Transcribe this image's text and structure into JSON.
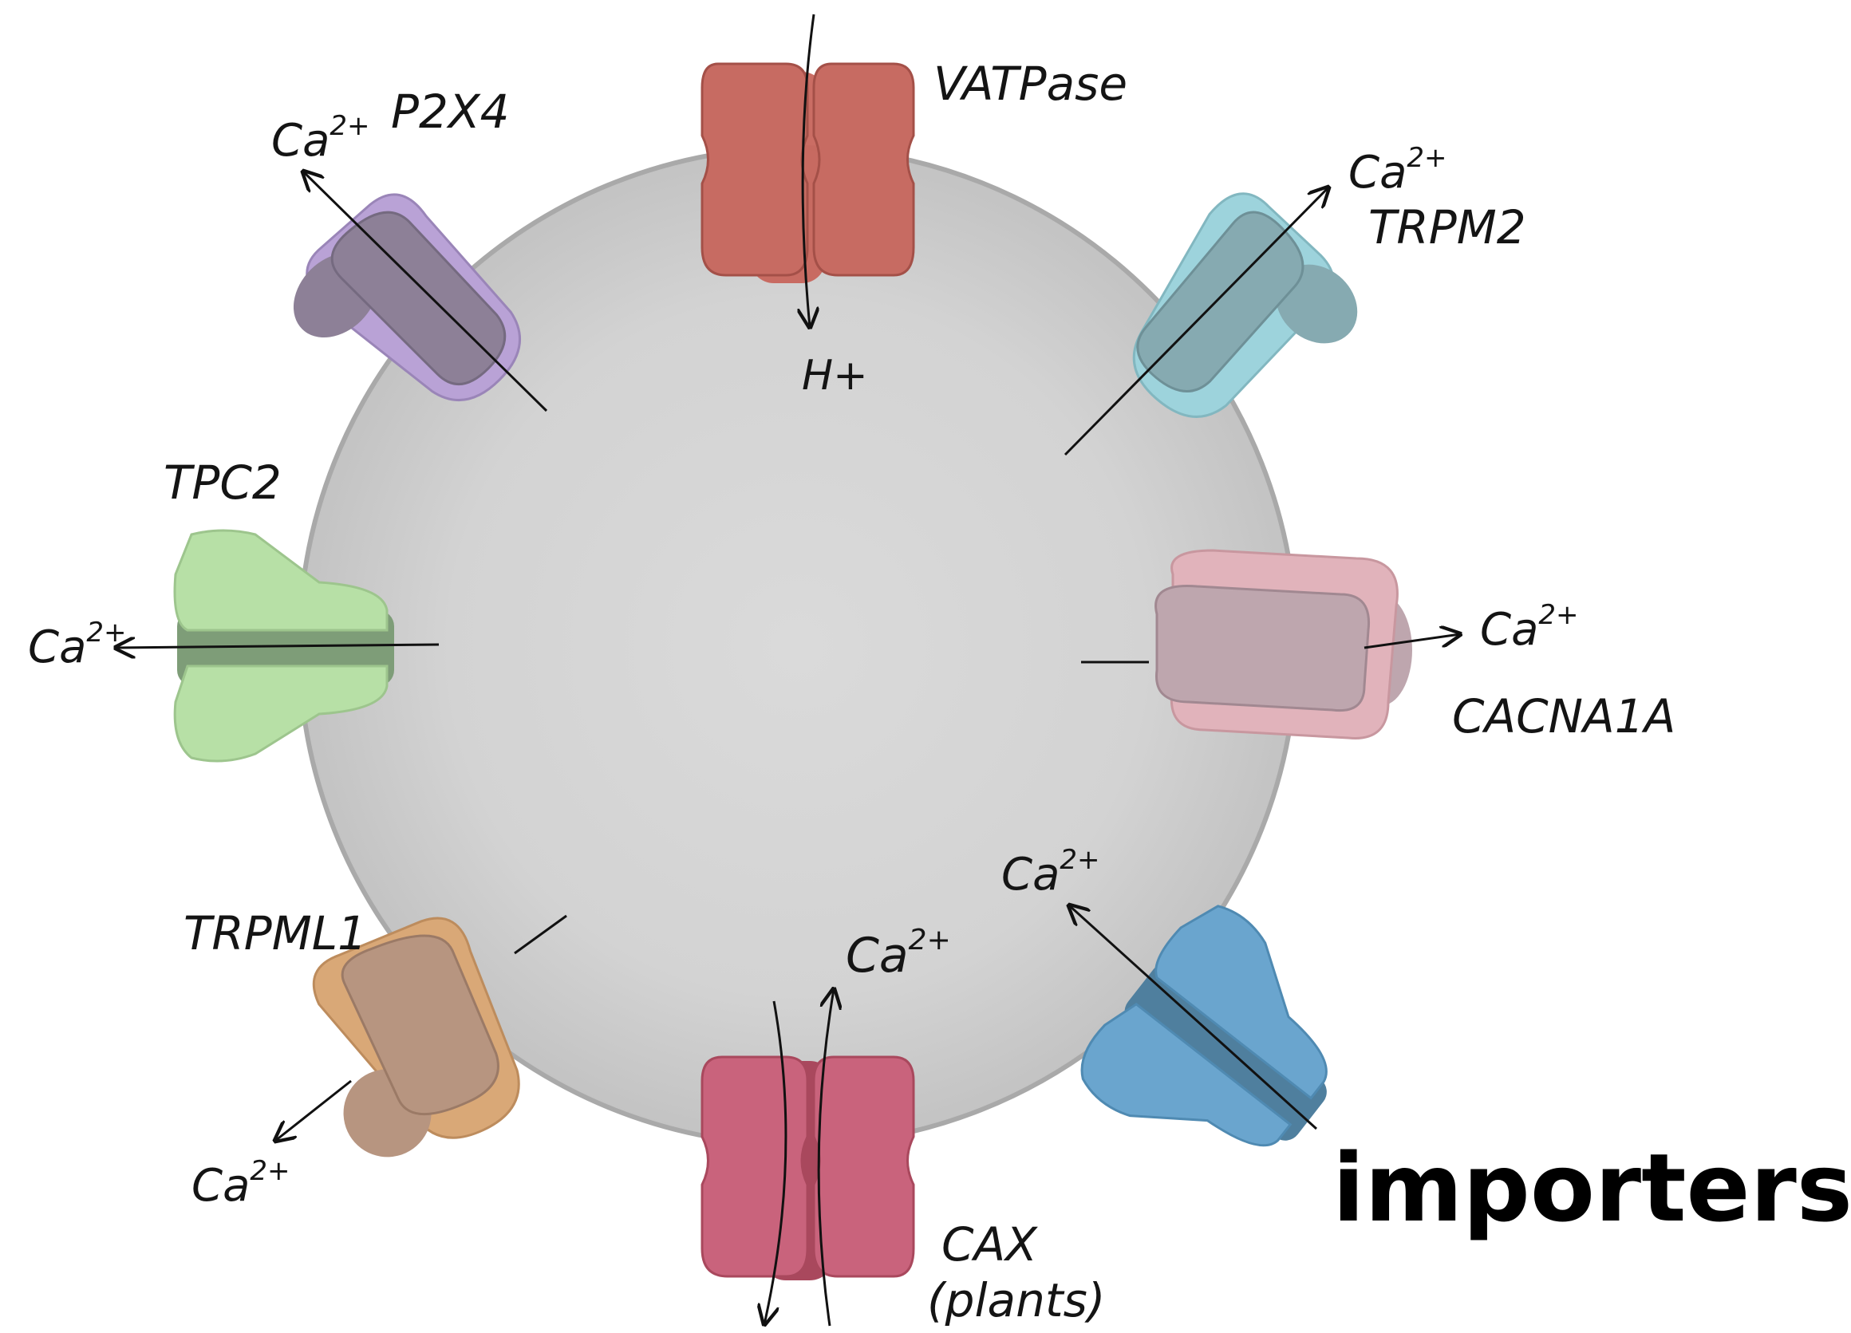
{
  "diagram": {
    "channels": {
      "vatpase": {
        "name": "VATPase",
        "ion": "H+",
        "color": "#c76b62"
      },
      "p2x4": {
        "name": "P2X4",
        "ion_base": "Ca",
        "ion_charge": "2+",
        "color": "#b9a2d6",
        "inner_color": "#8d8097"
      },
      "trpm2": {
        "name": "TRPM2",
        "ion_base": "Ca",
        "ion_charge": "2+",
        "color": "#9dd3dc",
        "inner_color": "#86aab1"
      },
      "tpc2": {
        "name": "TPC2",
        "ion_base": "Ca",
        "ion_charge": "2+",
        "color": "#b7e0a6",
        "inner_color": "#7e9d78"
      },
      "cacna1a": {
        "name": "CACNA1A",
        "ion_base": "Ca",
        "ion_charge": "2+",
        "color": "#e1b3bb",
        "inner_color": "#bea6ae"
      },
      "trpml1": {
        "name": "TRPML1",
        "ion_base": "Ca",
        "ion_charge": "2+",
        "color": "#d9a877",
        "inner_color": "#b79580"
      },
      "cax": {
        "name_line1": "CAX",
        "name_line2": "(plants)",
        "ion_base": "Ca",
        "ion_charge": "2+",
        "color": "#c9637c",
        "inner_color": "#a9485d"
      },
      "importer": {
        "label": "importers?",
        "ion_base": "Ca",
        "ion_charge": "2+",
        "color": "#6aa5ce",
        "inner_color": "#4f7f9e"
      }
    },
    "lysosome_color": "#d2d2d2"
  }
}
